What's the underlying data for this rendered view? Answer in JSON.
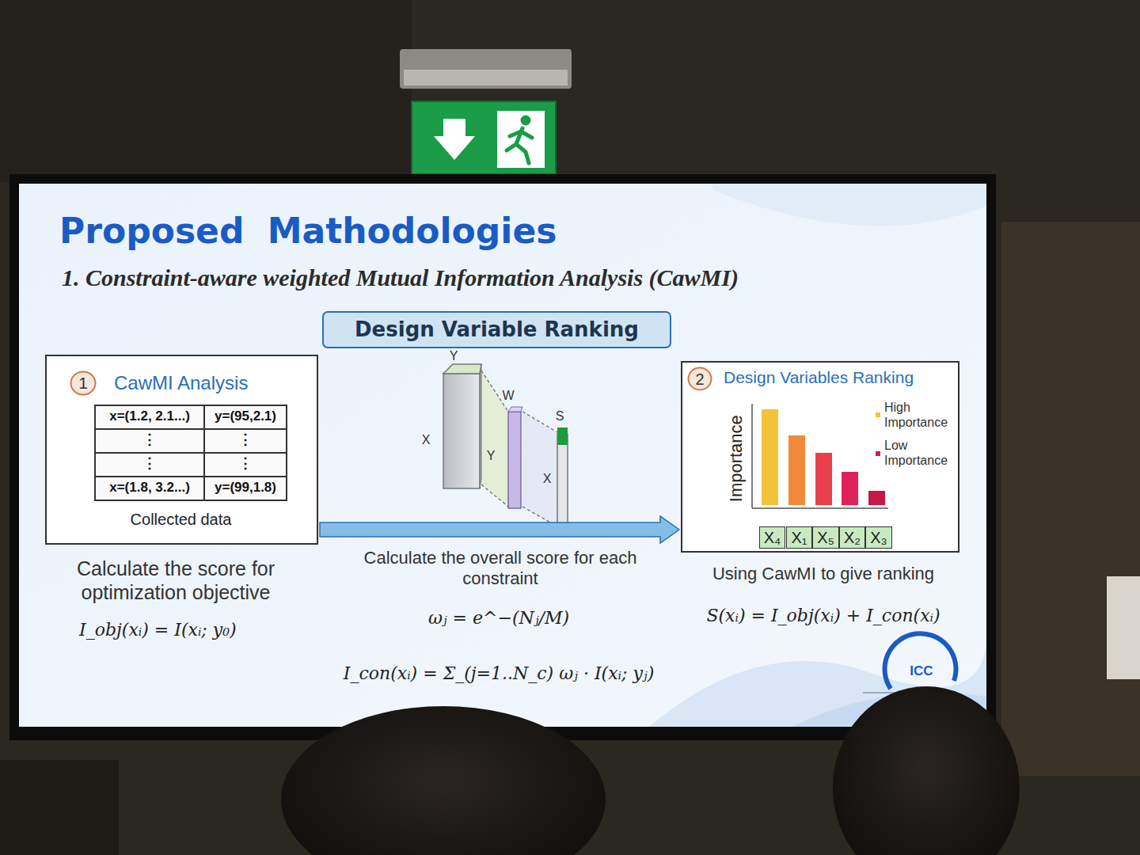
{
  "diagram": {
    "title": "Proposed Mathodologies",
    "nodes": [
      {
        "text": [
          "Design Variable Ranking"
        ]
      },
      {
        "text": [
          "CawMI Analysis",
          "Collected data"
        ]
      },
      {
        "text": [
          "1"
        ],
        "in": 1
      },
      {
        "text": [
          "Design Variables Ranking"
        ]
      },
      {
        "text": [
          "2"
        ],
        "in": 3
      },
      {
        "text": [
          "X₄"
        ],
        "in": 3
      },
      {
        "text": [
          "X₁"
        ],
        "in": 3
      },
      {
        "text": [
          "X₅"
        ],
        "in": 3
      },
      {
        "text": [
          "X₂"
        ],
        "in": 3
      },
      {
        "text": [
          "X₃"
        ],
        "in": 3
      }
    ],
    "edges": [
      {
        "from": 1,
        "to": 3,
        "arrow": "to"
      }
    ],
    "labels": [
      "1. Constraint-aware weighted Mutual Information Analysis (CawMI)",
      "x=(1.2, 2.1...)",
      "y=(95,2.1)",
      "⋮",
      "⋮",
      "⋮",
      "⋮",
      "x=(1.8, 3.2...)",
      "y=(99,1.8)",
      "Y",
      "X",
      "W",
      "Y",
      "S",
      "X",
      "Importance",
      "Calculate the score for optimization objective",
      "I_obj(xᵢ) = I(xᵢ; y₀)",
      "Calculate the overall score for each constraint",
      "ωⱼ = e^−(Nⱼ/M)",
      "I_con(xᵢ) = Σ_(j=1..N_c) ωⱼ · I(xᵢ; yⱼ)",
      "Using CawMI to give ranking",
      "S(xᵢ) = I_obj(xᵢ) + I_con(xᵢ)",
      "ICC"
    ],
    "legend": [
      {
        "text": "High Importance",
        "color": "#f2c238"
      },
      {
        "text": "Low Importance",
        "color": "#d81b4f"
      }
    ]
  }
}
